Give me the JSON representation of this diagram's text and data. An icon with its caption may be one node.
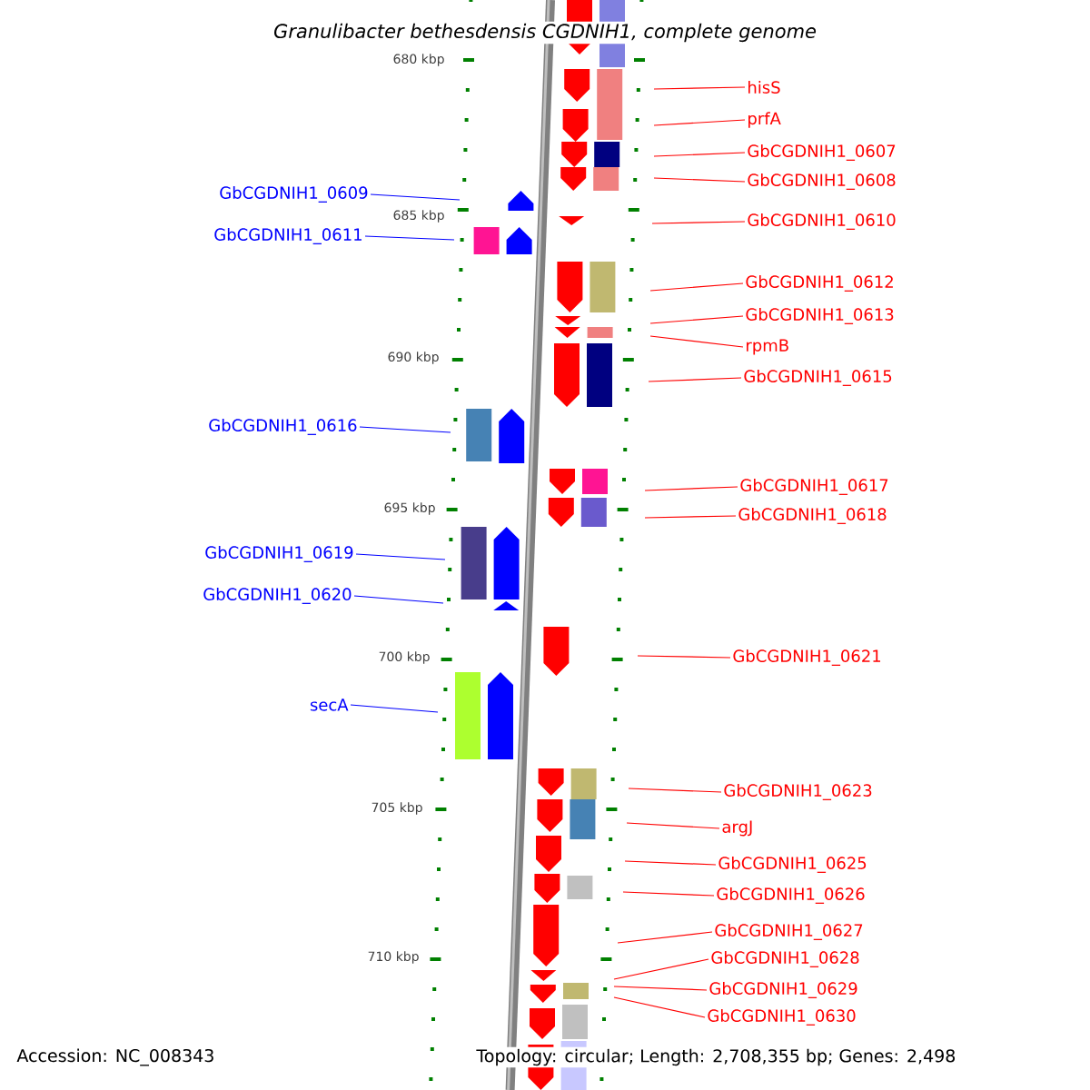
{
  "diagram": {
    "title": "Granulibacter bethesdensis CGDNIH1, complete genome",
    "nodes": [
      {
        "text": [
          "hisS"
        ]
      },
      {
        "text": [
          "prfA"
        ]
      },
      {
        "text": [
          "GbCGDNIH1_0607"
        ]
      },
      {
        "text": [
          "GbCGDNIH1_0608"
        ]
      },
      {
        "text": [
          "GbCGDNIH1_0609"
        ]
      },
      {
        "text": [
          "GbCGDNIH1_0610"
        ]
      },
      {
        "text": [
          "GbCGDNIH1_0611"
        ]
      },
      {
        "text": [
          "GbCGDNIH1_0612"
        ]
      },
      {
        "text": [
          "GbCGDNIH1_0613"
        ]
      },
      {
        "text": [
          "rpmB"
        ]
      },
      {
        "text": [
          "GbCGDNIH1_0615"
        ]
      },
      {
        "text": [
          "GbCGDNIH1_0616"
        ]
      },
      {
        "text": [
          "GbCGDNIH1_0617"
        ]
      },
      {
        "text": [
          "GbCGDNIH1_0618"
        ]
      },
      {
        "text": [
          "GbCGDNIH1_0619"
        ]
      },
      {
        "text": [
          "GbCGDNIH1_0620"
        ]
      },
      {
        "text": [
          "GbCGDNIH1_0621"
        ]
      },
      {
        "text": [
          "secA"
        ]
      },
      {
        "text": [
          "GbCGDNIH1_0623"
        ]
      },
      {
        "text": [
          "argJ"
        ]
      },
      {
        "text": [
          "GbCGDNIH1_0625"
        ]
      },
      {
        "text": [
          "GbCGDNIH1_0626"
        ]
      },
      {
        "text": [
          "GbCGDNIH1_0627"
        ]
      },
      {
        "text": [
          "GbCGDNIH1_0628"
        ]
      },
      {
        "text": [
          "GbCGDNIH1_0629"
        ]
      },
      {
        "text": [
          "GbCGDNIH1_0630"
        ]
      }
    ],
    "edges": [
      {
        "from": 0,
        "to": null,
        "arrow": "none"
      },
      {
        "from": 1,
        "to": null,
        "arrow": "none"
      },
      {
        "from": 2,
        "to": null,
        "arrow": "none"
      },
      {
        "from": 3,
        "to": null,
        "arrow": "none"
      },
      {
        "from": 4,
        "to": null,
        "arrow": "none",
        "color": "#0000ff"
      },
      {
        "from": 5,
        "to": null,
        "arrow": "none"
      },
      {
        "from": 6,
        "to": null,
        "arrow": "none",
        "color": "#0000ff"
      },
      {
        "from": 7,
        "to": null,
        "arrow": "none"
      },
      {
        "from": 8,
        "to": null,
        "arrow": "none"
      },
      {
        "from": 9,
        "to": null,
        "arrow": "none"
      },
      {
        "from": 10,
        "to": null,
        "arrow": "none"
      },
      {
        "from": 11,
        "to": null,
        "arrow": "none",
        "color": "#0000ff"
      },
      {
        "from": 12,
        "to": null,
        "arrow": "none"
      },
      {
        "from": 13,
        "to": null,
        "arrow": "none"
      },
      {
        "from": 14,
        "to": null,
        "arrow": "none",
        "color": "#0000ff"
      },
      {
        "from": 15,
        "to": null,
        "arrow": "none",
        "color": "#0000ff"
      },
      {
        "from": 16,
        "to": null,
        "arrow": "none"
      },
      {
        "from": 17,
        "to": null,
        "arrow": "none",
        "color": "#0000ff"
      },
      {
        "from": 18,
        "to": null,
        "arrow": "none"
      },
      {
        "from": 19,
        "to": null,
        "arrow": "none"
      },
      {
        "from": 20,
        "to": null,
        "arrow": "none"
      },
      {
        "from": 21,
        "to": null,
        "arrow": "none"
      },
      {
        "from": 22,
        "to": null,
        "arrow": "none"
      },
      {
        "from": 23,
        "to": null,
        "arrow": "none"
      },
      {
        "from": 24,
        "to": null,
        "arrow": "none"
      },
      {
        "from": 25,
        "to": null,
        "arrow": "none"
      }
    ],
    "labels": [
      "680 kbp",
      "685 kbp",
      "690 kbp",
      "695 kbp",
      "700 kbp",
      "705 kbp",
      "710 kbp",
      "Accession: NC_008343",
      "Topology: circular; Length: 2,708,355 bp; Genes: 2,498"
    ]
  }
}
